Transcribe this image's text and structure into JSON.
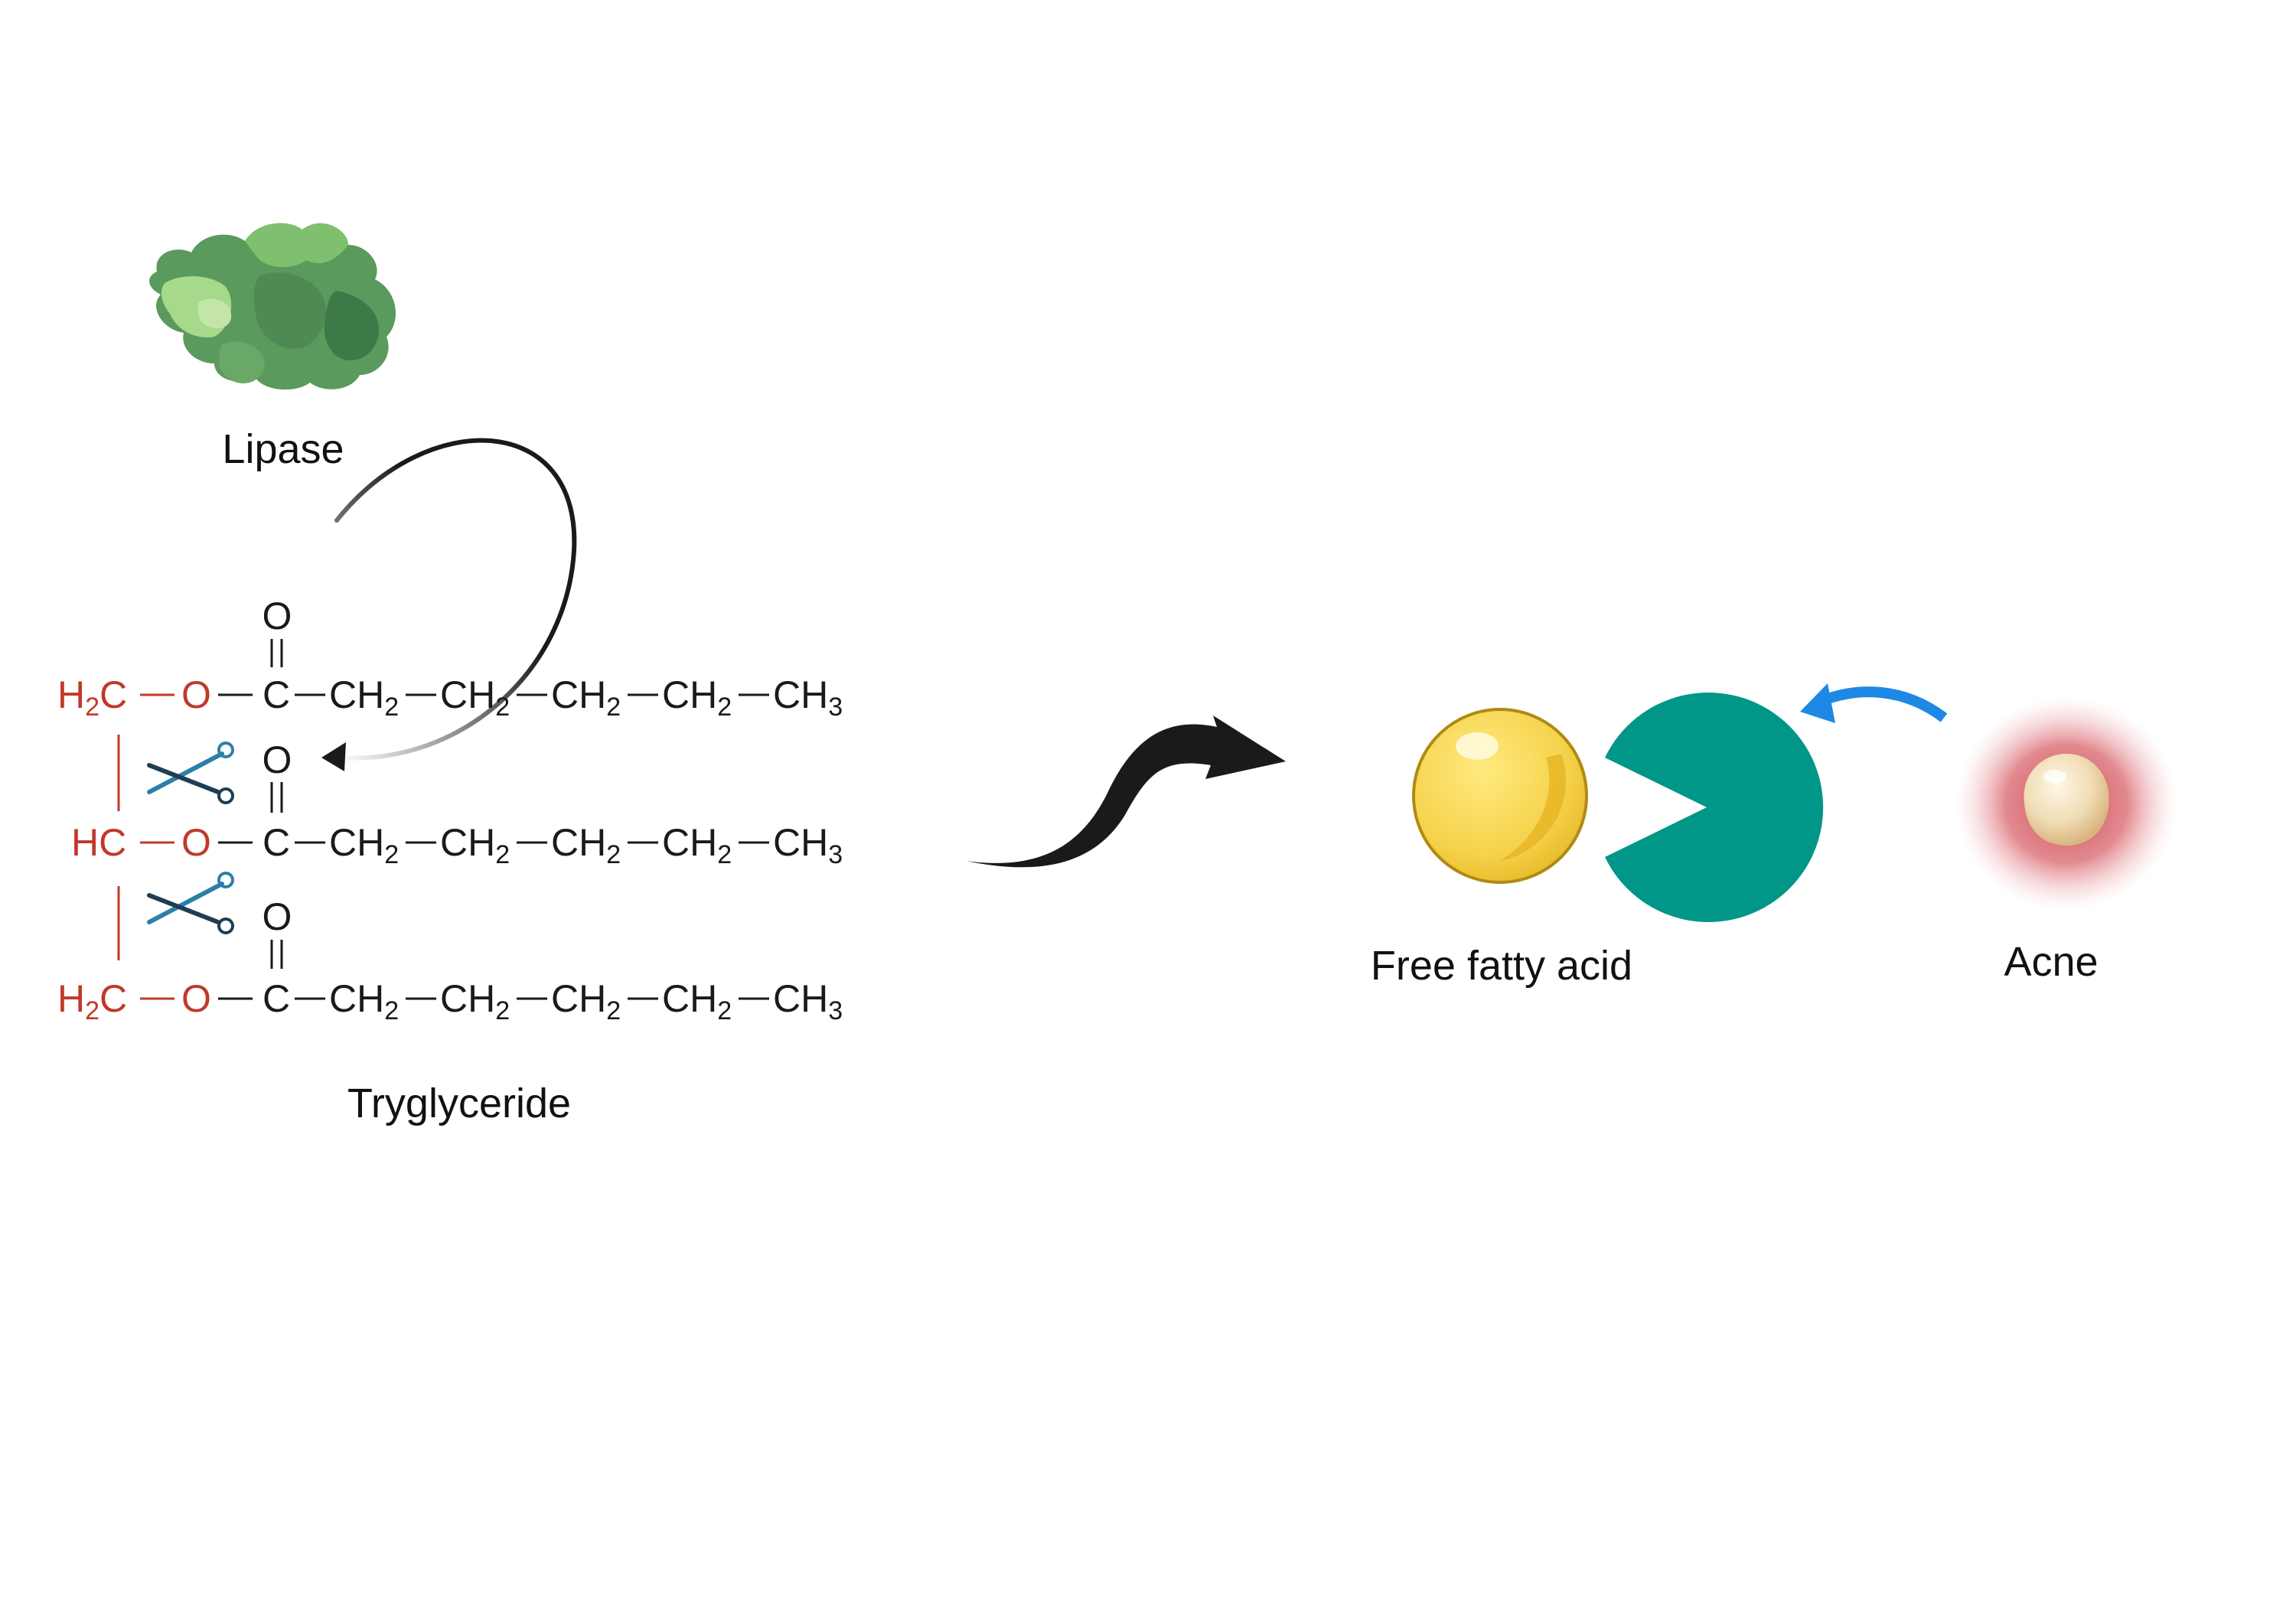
{
  "labels": {
    "lipase": "Lipase",
    "triglyceride": "Tryglyceride",
    "free_fatty_acid": "Free fatty acid",
    "acne": "Acne"
  },
  "molecule": {
    "carbonyl_oxygen": "O",
    "rows": [
      {
        "backbone_left": "H",
        "backbone_sub": "2",
        "backbone_right": "C",
        "ester_o": "O",
        "carbon": "C",
        "chain": "CH2—CH2—CH2—CH2—CH3"
      },
      {
        "backbone_left": "HC",
        "backbone_sub": "",
        "backbone_right": "",
        "ester_o": "O",
        "carbon": "C",
        "chain": "CH2—CH2—CH2—CH2—CH3"
      },
      {
        "backbone_left": "H",
        "backbone_sub": "2",
        "backbone_right": "C",
        "ester_o": "O",
        "carbon": "C",
        "chain": "CH2—CH2—CH2—CH2—CH3"
      }
    ],
    "chain_unit": "CH",
    "chain_sub": "2",
    "chain_end": "CH",
    "chain_end_sub": "3"
  },
  "icons": {
    "enzyme": "lipase-protein-icon",
    "scissors": "scissors-icon",
    "fatty_acid": "fat-droplet-icon",
    "pacman": "pacman-icon",
    "pimple": "pimple-icon"
  },
  "colors": {
    "backbone_red": "#c0392b",
    "enzyme_green": "#5a9a5c",
    "pacman_teal": "#009688",
    "fat_yellow": "#f5d24a",
    "blue_arrow": "#1e88e5",
    "scissors_blue": "#2d7fa8"
  }
}
